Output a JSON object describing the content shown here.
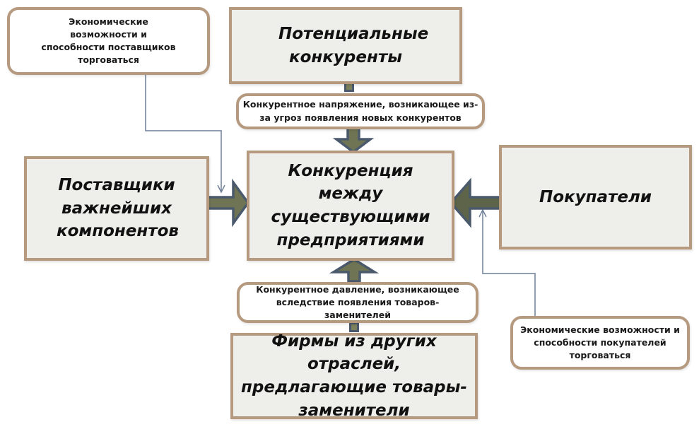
{
  "diagram": {
    "title": "Модель пяти сил конкуренции",
    "colors": {
      "box_fill": "#eeeeea",
      "box_border": "#b59a80",
      "arrow_fill": "#6e7454",
      "arrow_outline": "#4a5a6c",
      "connector_line": "#6d7f96"
    },
    "nodes": {
      "potential_competitors": "Потенциальные конкуренты",
      "rivalry": "Конкуренция между существующими предприятиями",
      "suppliers": "Поставщики важнейших компонентов",
      "buyers": "Покупатели",
      "substitutes": "Фирмы из других отраслей, предлагающие товары-заменители"
    },
    "notes": {
      "supplier_power": "Экономические возможности и способности поставщиков торговаться",
      "entrant_threat": "Конкурентное напряжение, возникающее из-за угроз появления новых конкурентов",
      "substitute_pressure": "Конкурентное давление, возникающее вследствие появления товаров-заменителей",
      "buyer_power": "Экономические возможности и способности покупателей торговаться"
    },
    "edges": [
      {
        "from": "potential_competitors",
        "to": "rivalry",
        "label": "entrant_threat"
      },
      {
        "from": "suppliers",
        "to": "rivalry",
        "label": "supplier_power"
      },
      {
        "from": "buyers",
        "to": "rivalry",
        "label": "buyer_power"
      },
      {
        "from": "substitutes",
        "to": "rivalry",
        "label": "substitute_pressure"
      }
    ]
  }
}
